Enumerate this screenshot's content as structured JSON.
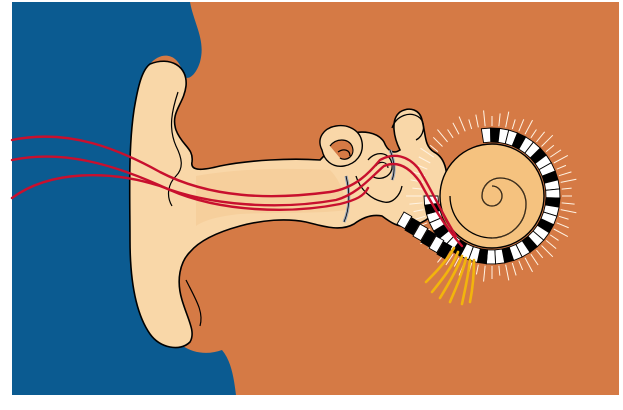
{
  "colors": {
    "background": "#ffffff",
    "outer_air": "#0b5b91",
    "head_tissue": "#d57a45",
    "ear_skin": "#f9d7a8",
    "cochlea_fill": "#f5c27f",
    "cochlea_inner": "#f1b56d",
    "outline": "#000000",
    "signal_wire": "#c8102e",
    "membrane": "#9aa6b8",
    "nerve_fibers": "#f2b40d",
    "tick_rays": "#fff3e3",
    "keys_white": "#ffffff",
    "keys_black": "#000000"
  },
  "parts": [
    {
      "id": "outer-air",
      "icon": "background-region"
    },
    {
      "id": "head-tissue",
      "icon": "background-region"
    },
    {
      "id": "outer-ear",
      "icon": "pinna-shape"
    },
    {
      "id": "ear-canal",
      "icon": "canal-tube"
    },
    {
      "id": "middle-ear",
      "icon": "ossicles"
    },
    {
      "id": "semicircular-canal",
      "icon": "canal-loop"
    },
    {
      "id": "cochlea",
      "icon": "spiral"
    },
    {
      "id": "cochlea-keyboard",
      "icon": "piano-keys"
    },
    {
      "id": "auditory-nerve",
      "icon": "nerve-fibers"
    },
    {
      "id": "signal-wires",
      "icon": "red-lines"
    }
  ]
}
